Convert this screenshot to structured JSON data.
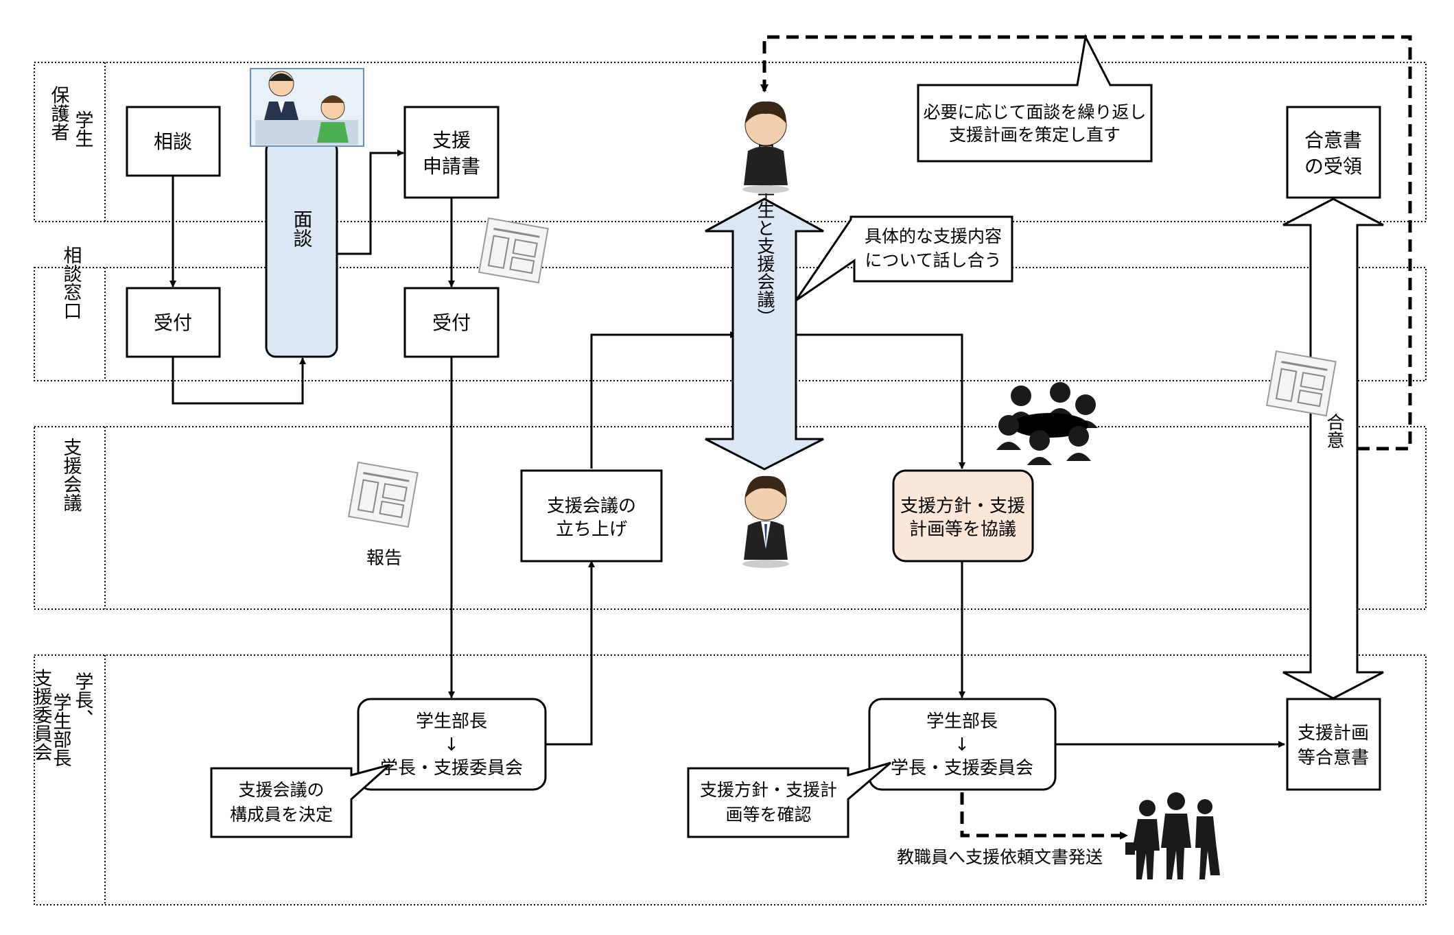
{
  "lanes": {
    "student": [
      "学生",
      "保護者"
    ],
    "desk": "相談窓口",
    "meeting": "支援会議",
    "president": [
      "学長、",
      "学生部長",
      "支援委員会"
    ]
  },
  "boxes": {
    "consult": "相談",
    "reception1": "受付",
    "interview": "面談",
    "application": [
      "支援",
      "申請書"
    ],
    "reception2": "受付",
    "setup": [
      "支援会議の",
      "立ち上げ"
    ],
    "discuss": [
      "支援方針・支援",
      "計画等を協議"
    ],
    "agreement_receipt": [
      "合意書",
      "の受領"
    ],
    "plan_agreement": [
      "支援計画",
      "等合意書"
    ],
    "dean1": [
      "学生部長",
      "↓",
      "学長・支援委員会"
    ],
    "dean2": [
      "学生部長",
      "↓",
      "学長・支援委員会"
    ]
  },
  "arrows": {
    "meeting_arrow": "面談（学生と支援会議）",
    "consent_arrow": "合意"
  },
  "callouts": {
    "repeat": [
      "必要に応じて面談を繰り返し",
      "支援計画を策定し直す"
    ],
    "talk": [
      "具体的な支援内容",
      "について話し合う"
    ],
    "members": [
      "支援会議の",
      "構成員を決定"
    ],
    "confirm": [
      "支援方針・支援計",
      "画等を確認"
    ]
  },
  "labels": {
    "report": "報告",
    "send_doc": "教職員へ支援依頼文書発送"
  },
  "colors": {
    "interview_fill": "#dbe7f4",
    "discuss_fill": "#fbe6da",
    "line": "#000000"
  }
}
